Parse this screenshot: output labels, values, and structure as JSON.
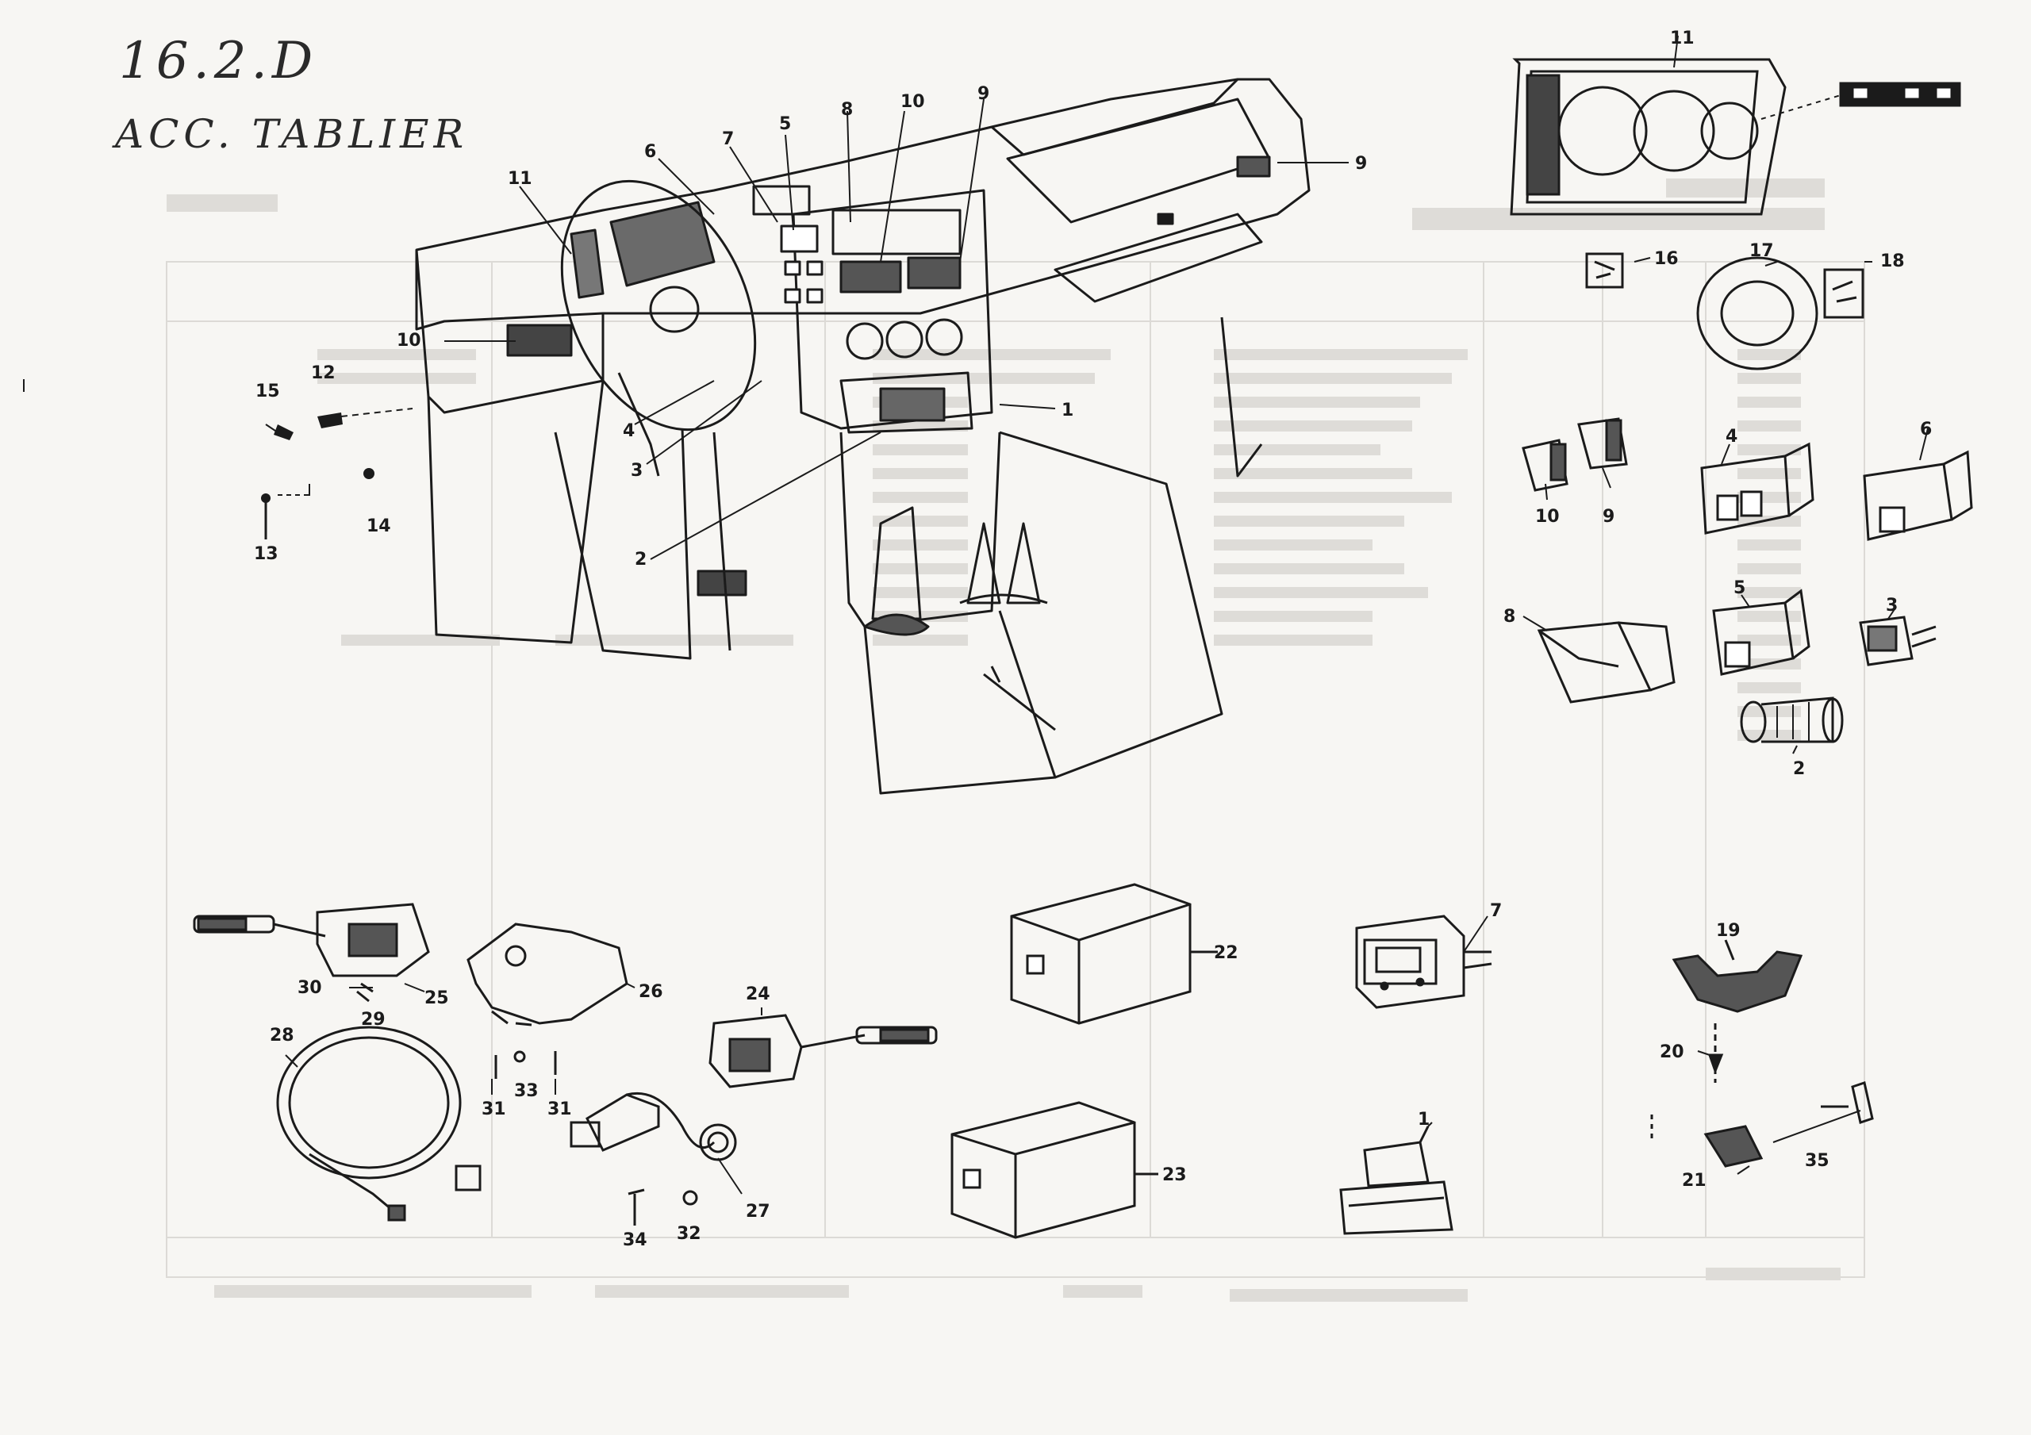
{
  "header": {
    "code": "16.2.D",
    "name": "ACC. TABLIER"
  },
  "callouts": {
    "dash": [
      "11",
      "10",
      "15",
      "12",
      "14",
      "13",
      "6",
      "7",
      "5",
      "8",
      "10",
      "9",
      "9",
      "4",
      "3",
      "2",
      "1"
    ],
    "cluster": [
      "11",
      "16",
      "17",
      "18"
    ],
    "switches": [
      "10",
      "9",
      "4",
      "6",
      "8",
      "5",
      "3",
      "2"
    ],
    "stalks": [
      "30",
      "29",
      "25",
      "26",
      "28",
      "31",
      "33",
      "31",
      "24",
      "27",
      "34",
      "32"
    ],
    "modules": [
      "22",
      "23",
      "7",
      "1",
      "19",
      "20",
      "21",
      "35"
    ]
  },
  "colors": {
    "ink": "#1b1b1b",
    "paper": "#f7f6f3",
    "ghost": "#d2d0cc"
  }
}
